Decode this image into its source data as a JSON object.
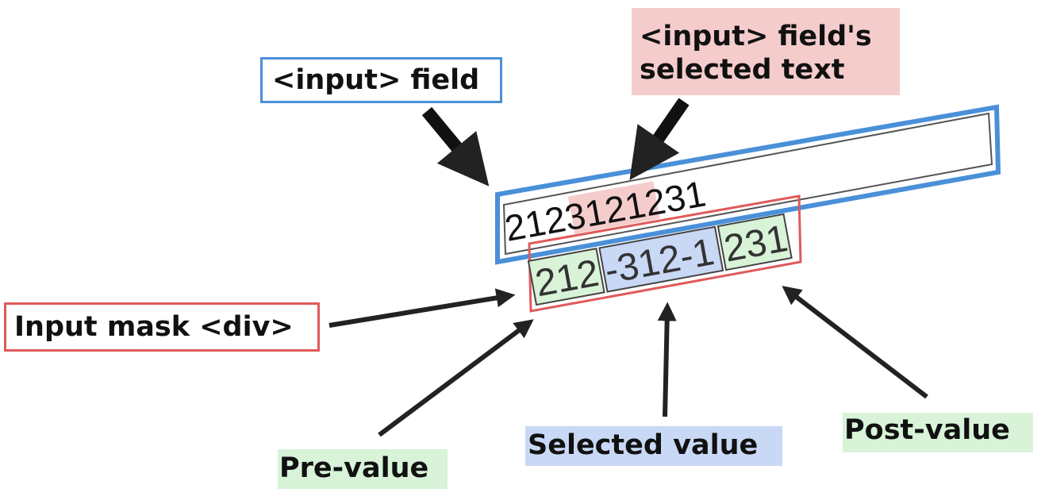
{
  "labels": {
    "input_field": "<input> field",
    "selected_text_line1": "<input> field's",
    "selected_text_line2": "selected text",
    "mask_div": "Input mask <div>",
    "pre_value": "Pre-value",
    "selected_value": "Selected value",
    "post_value": "Post-value"
  },
  "input_field": {
    "text_pre": "212",
    "text_selected": "3121",
    "text_post": "231"
  },
  "mask": {
    "pre_value": "212",
    "selected_value": "-312-1",
    "post_value": "231"
  },
  "colors": {
    "input_border": "#4a90d9",
    "mask_border": "#e05a5a",
    "selection_highlight": "#f5cccc",
    "pre_post_fill": "#d8f3d8",
    "selected_fill": "#c8d8f5",
    "arrow": "#222222"
  }
}
